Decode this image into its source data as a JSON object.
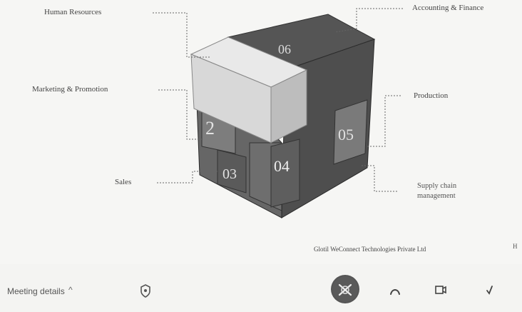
{
  "slide": {
    "labels": {
      "human_resources": "Human Resources",
      "accounting_finance": "Accounting & Finance",
      "marketing_promotion": "Marketing & Promotion",
      "production": "Production",
      "sales": "Sales",
      "supply_chain_line1": "Supply chain",
      "supply_chain_line2": "management"
    },
    "numbers": {
      "n02": "2",
      "n03": "03",
      "n04": "04",
      "n05": "05",
      "n06": "06"
    },
    "company": "Glotil WeConnect Technologies Private Ltd",
    "cut_text": "H"
  },
  "meeting_bar": {
    "details_label": "Meeting details",
    "chevron": "^"
  },
  "icons": [
    "chevron-up-icon",
    "shield-icon",
    "end-call-icon",
    "raise-hand-icon",
    "present-icon",
    "more-icon"
  ],
  "colors": {
    "cube_dark": "#4a4a4a",
    "cube_light": "#e6e6e6",
    "end_call": "#555555"
  }
}
